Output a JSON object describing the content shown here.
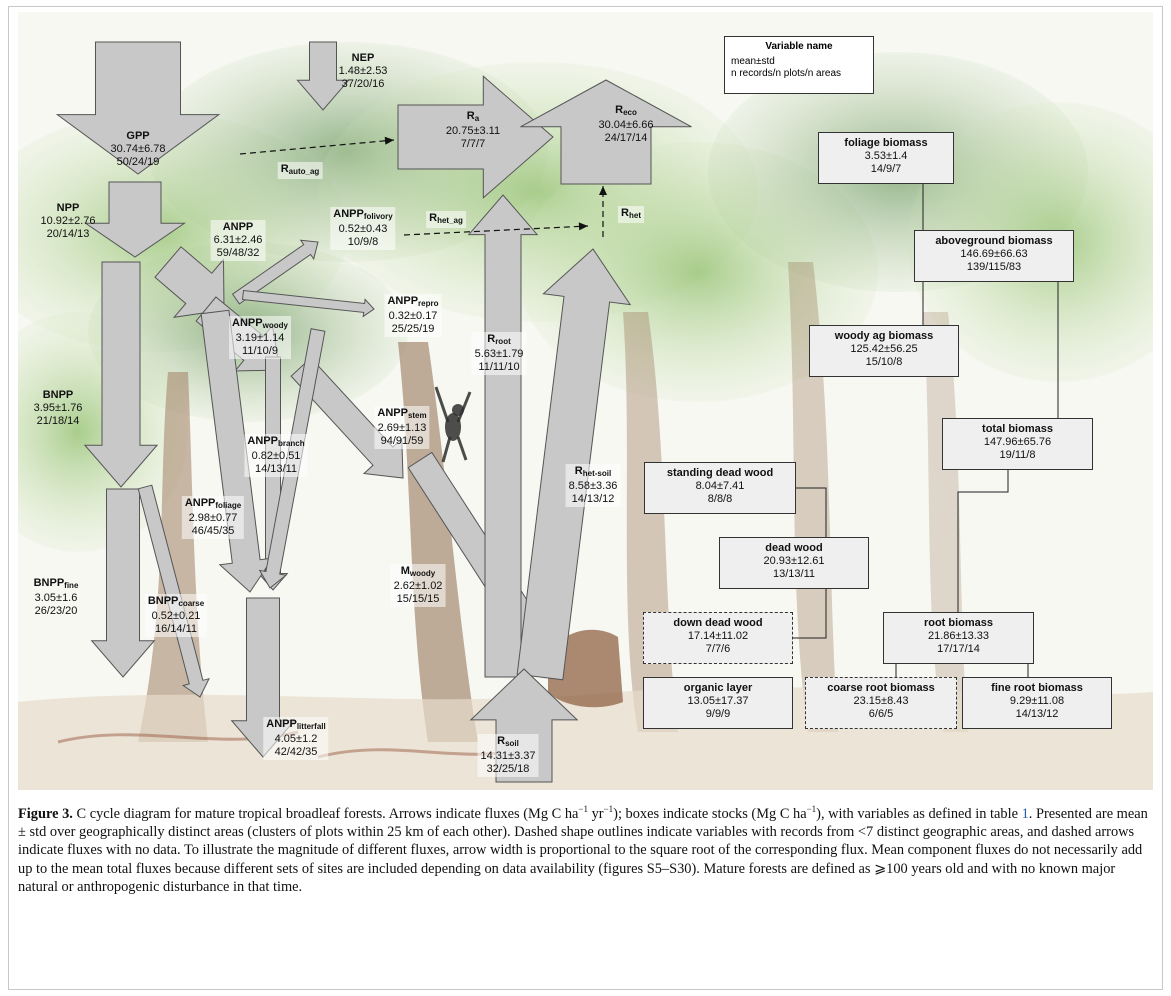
{
  "legend": {
    "title": "Variable name",
    "line1": "mean±std",
    "line2": "n records/n plots/n areas"
  },
  "fluxes": {
    "gpp": {
      "name": "GPP",
      "value": "30.74±6.78",
      "counts": "50/24/19"
    },
    "nep": {
      "name": "NEP",
      "value": "1.48±2.53",
      "counts": "37/20/16"
    },
    "ra": {
      "name": "R",
      "sub": "a",
      "value": "20.75±3.11",
      "counts": "7/7/7"
    },
    "reco": {
      "name": "R",
      "sub": "eco",
      "value": "30.04±6.66",
      "counts": "24/17/14"
    },
    "rauto_ag": {
      "name": "R",
      "sub": "auto_ag"
    },
    "rhet_ag": {
      "name": "R",
      "sub": "het_ag"
    },
    "rhet": {
      "name": "R",
      "sub": "het"
    },
    "npp": {
      "name": "NPP",
      "value": "10.92±2.76",
      "counts": "20/14/13"
    },
    "anpp": {
      "name": "ANPP",
      "value": "6.31±2.46",
      "counts": "59/48/32"
    },
    "anpp_folivory": {
      "name": "ANPP",
      "sub": "folivory",
      "value": "0.52±0.43",
      "counts": "10/9/8"
    },
    "anpp_repro": {
      "name": "ANPP",
      "sub": "repro",
      "value": "0.32±0.17",
      "counts": "25/25/19"
    },
    "anpp_woody": {
      "name": "ANPP",
      "sub": "woody",
      "value": "3.19±1.14",
      "counts": "11/10/9"
    },
    "anpp_stem": {
      "name": "ANPP",
      "sub": "stem",
      "value": "2.69±1.13",
      "counts": "94/91/59"
    },
    "anpp_branch": {
      "name": "ANPP",
      "sub": "branch",
      "value": "0.82±0.51",
      "counts": "14/13/11"
    },
    "anpp_foliage": {
      "name": "ANPP",
      "sub": "foliage",
      "value": "2.98±0.77",
      "counts": "46/45/35"
    },
    "anpp_litterfall": {
      "name": "ANPP",
      "sub": "litterfall",
      "value": "4.05±1.2",
      "counts": "42/42/35"
    },
    "bnpp": {
      "name": "BNPP",
      "value": "3.95±1.76",
      "counts": "21/18/14"
    },
    "bnpp_fine": {
      "name": "BNPP",
      "sub": "fine",
      "value": "3.05±1.6",
      "counts": "26/23/20"
    },
    "bnpp_coarse": {
      "name": "BNPP",
      "sub": "coarse",
      "value": "0.52±0.21",
      "counts": "16/14/11"
    },
    "rroot": {
      "name": "R",
      "sub": "root",
      "value": "5.63±1.79",
      "counts": "11/11/10"
    },
    "rhet_soil": {
      "name": "R",
      "sub": "het-soil",
      "value": "8.58±3.36",
      "counts": "14/13/12"
    },
    "mwoody": {
      "name": "M",
      "sub": "woody",
      "value": "2.62±1.02",
      "counts": "15/15/15"
    },
    "rsoil": {
      "name": "R",
      "sub": "soil",
      "value": "14.31±3.37",
      "counts": "32/25/18"
    }
  },
  "stocks": {
    "foliage_biomass": {
      "name": "foliage biomass",
      "value": "3.53±1.4",
      "counts": "14/9/7"
    },
    "aboveground_biomass": {
      "name": "aboveground biomass",
      "value": "146.69±66.63",
      "counts": "139/115/83"
    },
    "woody_ag_biomass": {
      "name": "woody ag biomass",
      "value": "125.42±56.25",
      "counts": "15/10/8"
    },
    "total_biomass": {
      "name": "total biomass",
      "value": "147.96±65.76",
      "counts": "19/11/8"
    },
    "standing_dead_wood": {
      "name": "standing dead wood",
      "value": "8.04±7.41",
      "counts": "8/8/8"
    },
    "dead_wood": {
      "name": "dead wood",
      "value": "20.93±12.61",
      "counts": "13/13/11"
    },
    "down_dead_wood": {
      "name": "down dead wood",
      "value": "17.14±11.02",
      "counts": "7/7/6"
    },
    "root_biomass": {
      "name": "root biomass",
      "value": "21.86±13.33",
      "counts": "17/17/14"
    },
    "organic_layer": {
      "name": "organic layer",
      "value": "13.05±17.37",
      "counts": "9/9/9"
    },
    "coarse_root_biomass": {
      "name": "coarse root biomass",
      "value": "23.15±8.43",
      "counts": "6/6/5"
    },
    "fine_root_biomass": {
      "name": "fine root biomass",
      "value": "9.29±11.08",
      "counts": "14/13/12"
    }
  },
  "caption": {
    "number": "Figure 3.",
    "part1": " C cycle diagram for mature tropical broadleaf forests. Arrows indicate fluxes (Mg C ha",
    "sup1": "−1",
    "part2": " yr",
    "sup2": "−1",
    "part3": "); boxes indicate stocks (Mg C ha",
    "sup3": "−1",
    "part4": "), with variables as defined in table ",
    "table_ref": "1",
    "part5": ". Presented are mean ± std over geographically distinct areas (clusters of plots within 25 km of each other). Dashed shape outlines indicate variables with records from <7 distinct geographic areas, and dashed arrows indicate fluxes with no data. To illustrate the magnitude of different fluxes, arrow width is proportional to the square root of the corresponding flux. Mean component fluxes do not necessarily add up to the mean total fluxes because different sets of sites are included depending on data availability (figures S5–S30). Mature forests are defined as ⩾100 years old and with no known major natural or anthropogenic disturbance in that time."
  },
  "colors": {
    "arrow_fill": "#c8c8c8",
    "arrow_stroke": "#555555",
    "box_fill": "#efefef",
    "foliage_green": "#a9c98a",
    "trunk_brown": "#9c7a5c"
  }
}
